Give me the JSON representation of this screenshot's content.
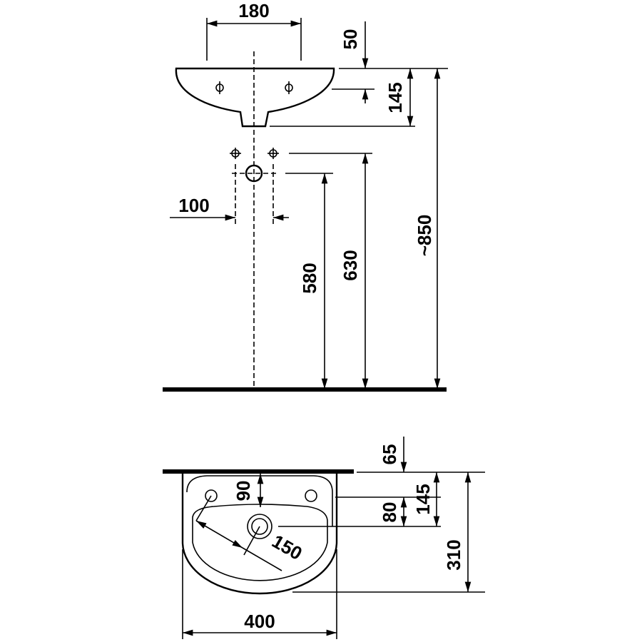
{
  "side_view": {
    "dims": {
      "tap_spacing": "180",
      "tap_hole_drop": "50",
      "basin_height": "145",
      "waste_spacing": "100",
      "waste_height": "580",
      "supply_height": "630",
      "rim_height": "~850"
    }
  },
  "plan_view": {
    "dims": {
      "wall_to_tap": "65",
      "wall_to_bowl": "90",
      "wall_to_drain": "145",
      "tap_to_drain": "80",
      "bowl_radius": "150",
      "depth": "310",
      "width": "400"
    }
  }
}
